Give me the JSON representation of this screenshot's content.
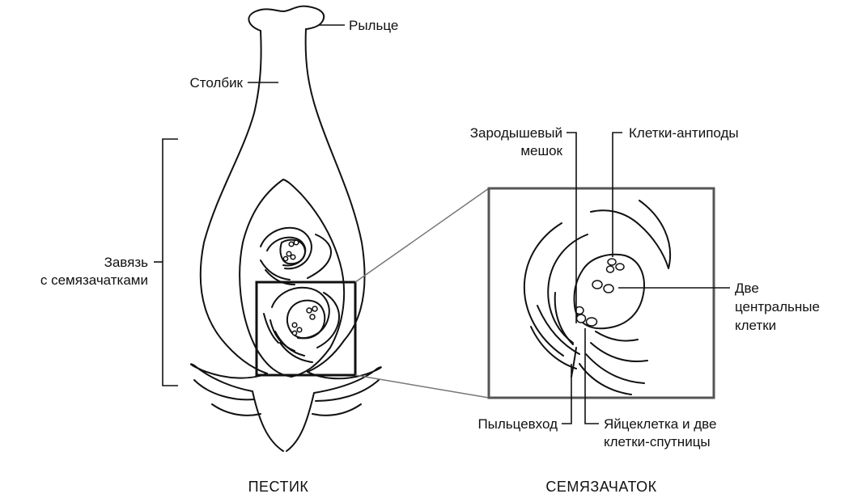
{
  "labels": {
    "stigma": "Рыльце",
    "style": "Столбик",
    "ovary_line1": "Завязь",
    "ovary_line2": "с семязачатками",
    "embryo_sac_line1": "Зародышевый",
    "embryo_sac_line2": "мешок",
    "antipodals": "Клетки-антиподы",
    "central_line1": "Две",
    "central_line2": "центральные",
    "central_line3": "клетки",
    "micropyle": "Пыльцевход",
    "egg_line1": "Яйцеклетка и две",
    "egg_line2": "клетки-спутницы"
  },
  "captions": {
    "pistil": "ПЕСТИК",
    "ovule": "СЕМЯЗАЧАТОК"
  },
  "colors": {
    "stroke": "#111111",
    "zoom_box_left": "#111111",
    "zoom_box_right": "#555555",
    "zoom_lines": "#777777"
  }
}
